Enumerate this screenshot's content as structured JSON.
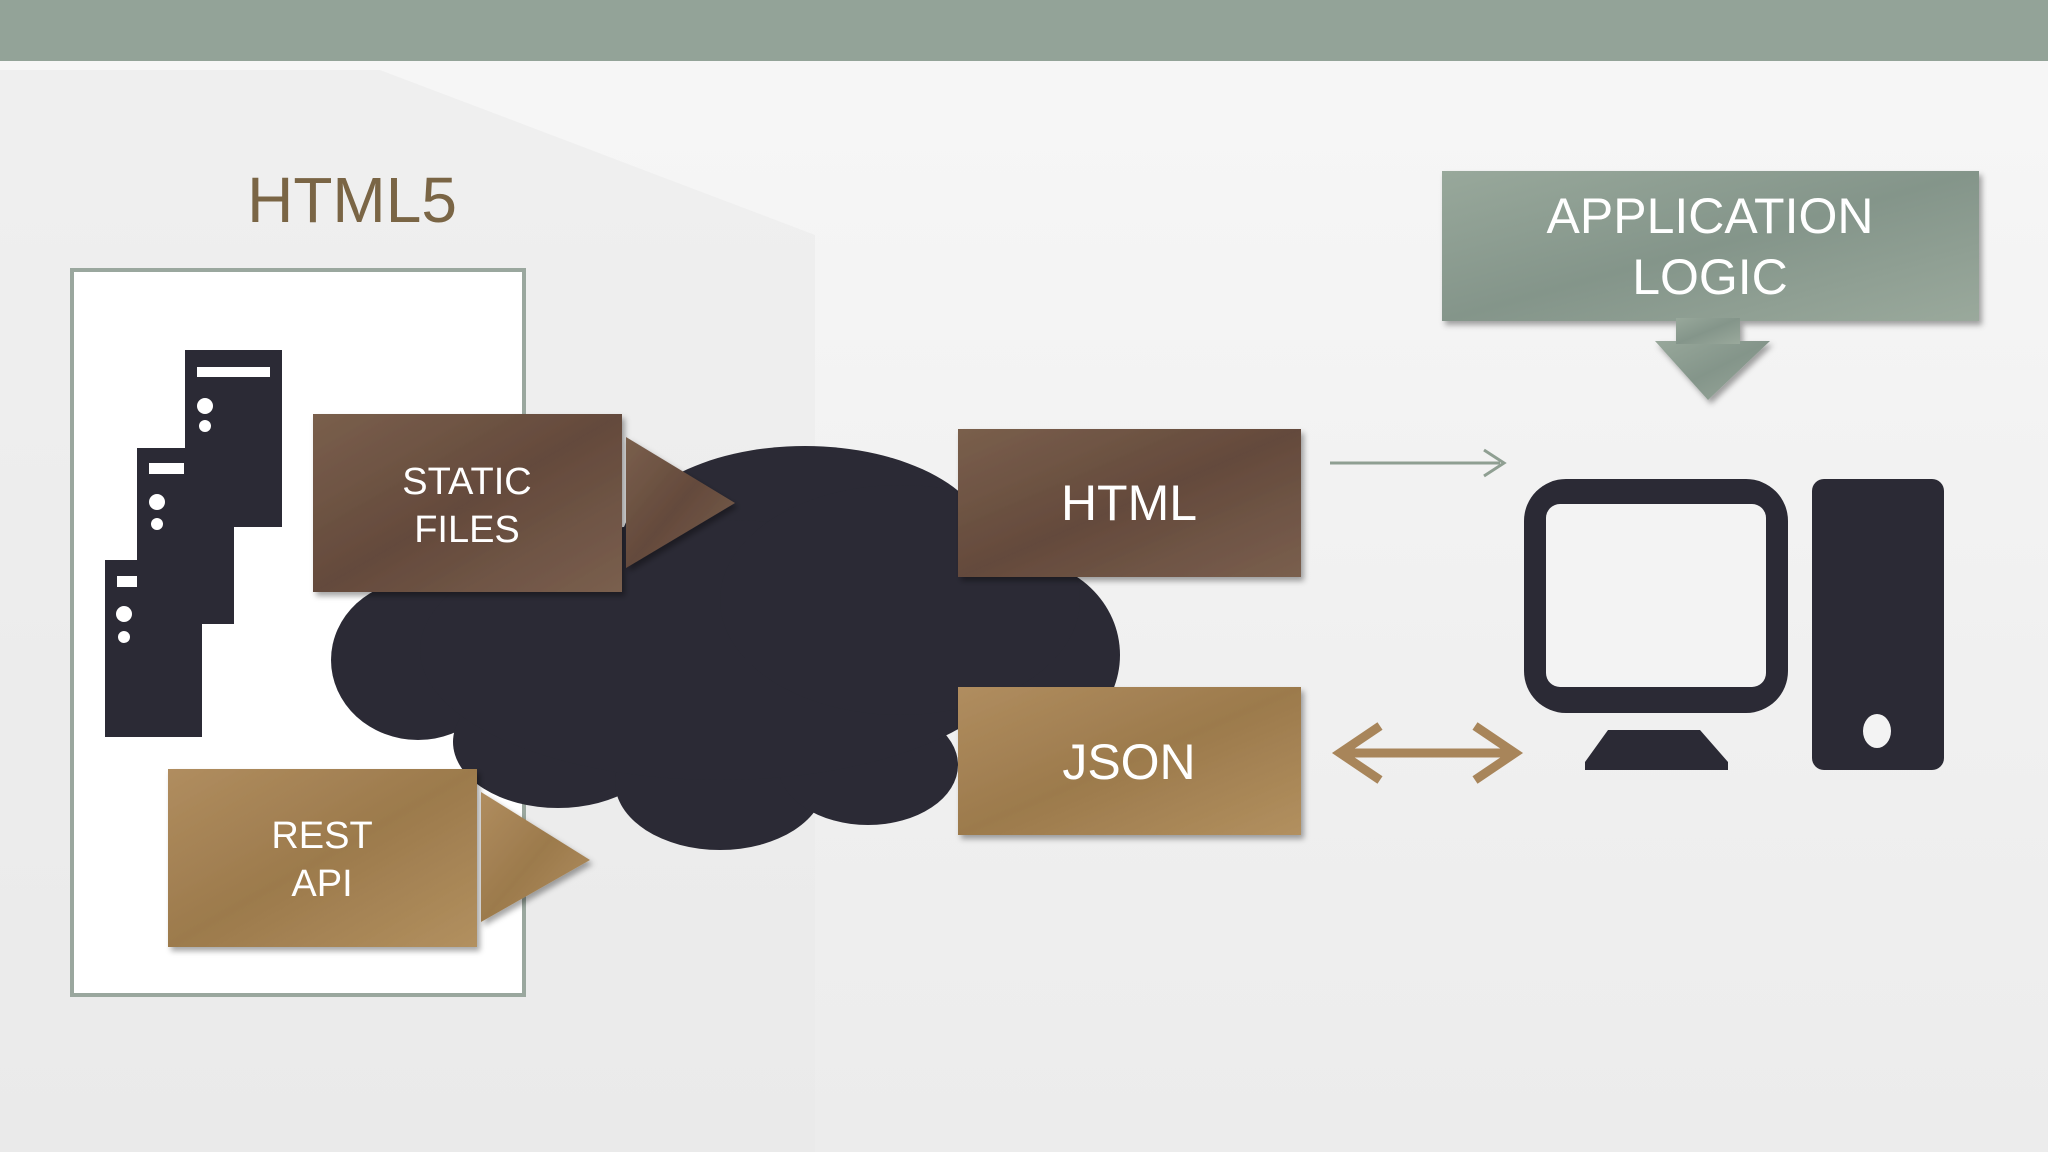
{
  "colors": {
    "top_bar": "#93a398",
    "brown_box": "#6f5645",
    "tan_box": "#a8855a",
    "green_box": "#8f9f92",
    "dark_shape": "#2b2a35",
    "title_text": "#7a6545",
    "frame_border": "#9aa79e"
  },
  "diagram": {
    "title": "HTML5",
    "left_frame": {
      "icon": "server-stack-icon",
      "static_files": {
        "line1": "STATIC",
        "line2": "FILES"
      },
      "rest_api": {
        "line1": "REST",
        "line2": "API"
      }
    },
    "cloud": {
      "icon": "cloud-icon"
    },
    "messages": {
      "html": "HTML",
      "json": "JSON"
    },
    "arrows": {
      "html_arrow": "arrow-right-icon",
      "json_arrow": "double-arrow-icon"
    },
    "application_logic": {
      "line1": "APPLICATION",
      "line2": "LOGIC"
    },
    "client": {
      "icon": "desktop-computer-icon"
    }
  }
}
